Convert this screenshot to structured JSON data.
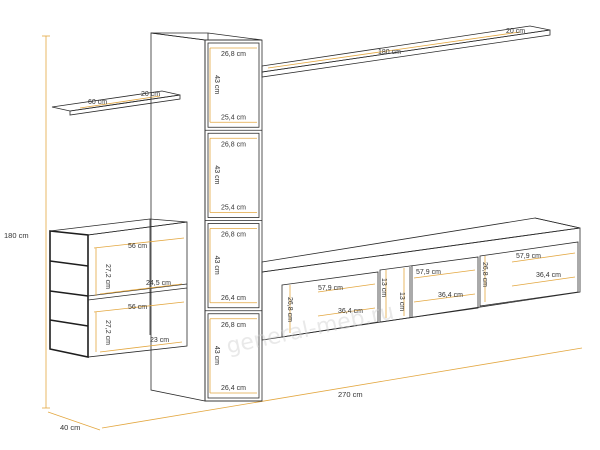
{
  "colors": {
    "outline": "#2b2b2b",
    "dimension": "#e3a740",
    "text": "#333333",
    "background": "#ffffff"
  },
  "overall": {
    "height_label": "180 cm",
    "width_label": "270 cm",
    "depth_label": "40 cm"
  },
  "small_shelf": {
    "length_label": "60 cm",
    "depth_label": "20 cm"
  },
  "long_shelf": {
    "length_label": "180 cm",
    "depth_label": "20 cm"
  },
  "tower": {
    "compartments": [
      {
        "top_depth": "26,8 cm",
        "height": "43 cm",
        "bottom_depth": "25,4 cm"
      },
      {
        "top_depth": "26,8 cm",
        "height": "43 cm",
        "bottom_depth": "25,4 cm"
      },
      {
        "top_depth": "26,8 cm",
        "height": "43 cm",
        "bottom_depth": "26,4 cm"
      },
      {
        "top_depth": "26,8 cm",
        "height": "43 cm",
        "bottom_depth": "26,4 cm"
      }
    ]
  },
  "hanging_cabinet": {
    "upper": {
      "width": "56 cm",
      "height": "27,2 cm",
      "depth": "24,5 cm"
    },
    "lower": {
      "width": "56 cm",
      "height": "27,2 cm",
      "depth": "23 cm"
    }
  },
  "tv_unit": {
    "height_left": "26,8 cm",
    "sections": [
      {
        "width": "57,9 cm",
        "depth": "36,4 cm"
      },
      {
        "width": "57,9 cm",
        "depth": "36,4 cm",
        "divider_a": "13 cm",
        "divider_b": "13 cm"
      },
      {
        "width": "57,9 cm",
        "depth": "36,4 cm",
        "height": "26,8 cm"
      }
    ]
  },
  "watermark": "general-meb.ru"
}
